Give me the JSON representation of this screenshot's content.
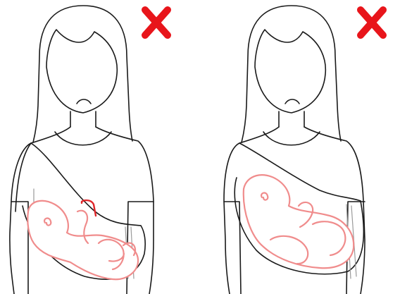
{
  "illustration": {
    "panels": [
      {
        "id": "left",
        "verdict": "incorrect",
        "marker_icon": "red-x-icon"
      },
      {
        "id": "right",
        "verdict": "incorrect",
        "marker_icon": "red-x-icon"
      }
    ],
    "colors": {
      "outline": "#1a1a1a",
      "baby_outline": "#f08c8c",
      "marker": "#e8151b",
      "airway_highlight": "#e0262a"
    }
  }
}
